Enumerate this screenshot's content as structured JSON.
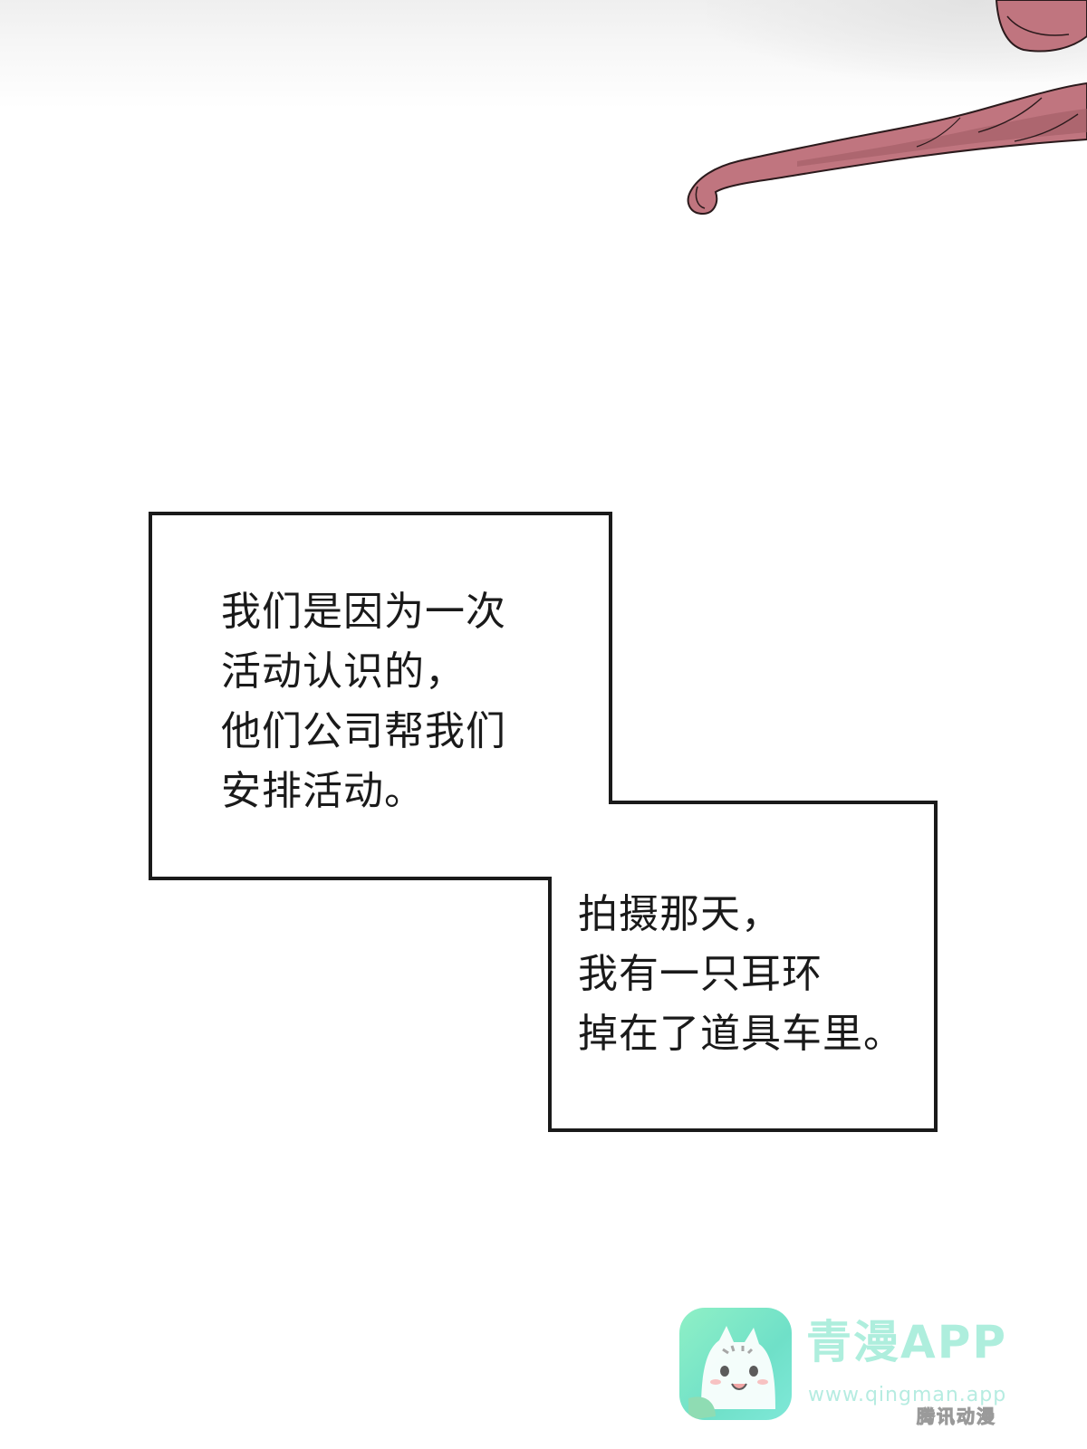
{
  "panel": {
    "caption_a": {
      "lines": [
        "我们是因为一次",
        "活动认识的，",
        "他们公司帮我们",
        "安排活动。"
      ]
    },
    "caption_b": {
      "lines": [
        "拍摄那天，",
        "我有一只耳环",
        "掉在了道具车里。"
      ]
    }
  },
  "illustration": {
    "subject": "pink-fabric-ribbon",
    "colors": {
      "fabric": "#c0757f",
      "fabric_shadow": "#9c5a63",
      "outline": "#2b1a1c"
    }
  },
  "watermark": {
    "title": "青漫APP",
    "url": "www.qingman.app",
    "corner_text": "腾讯动漫",
    "logo_icon": "cat-face-icon",
    "colors": {
      "logo_bg": "#7fe8cf",
      "text": "#aeeedd"
    }
  },
  "colors": {
    "background": "#ffffff",
    "box_border": "#1a1a1a",
    "text": "#1a1a1a"
  }
}
